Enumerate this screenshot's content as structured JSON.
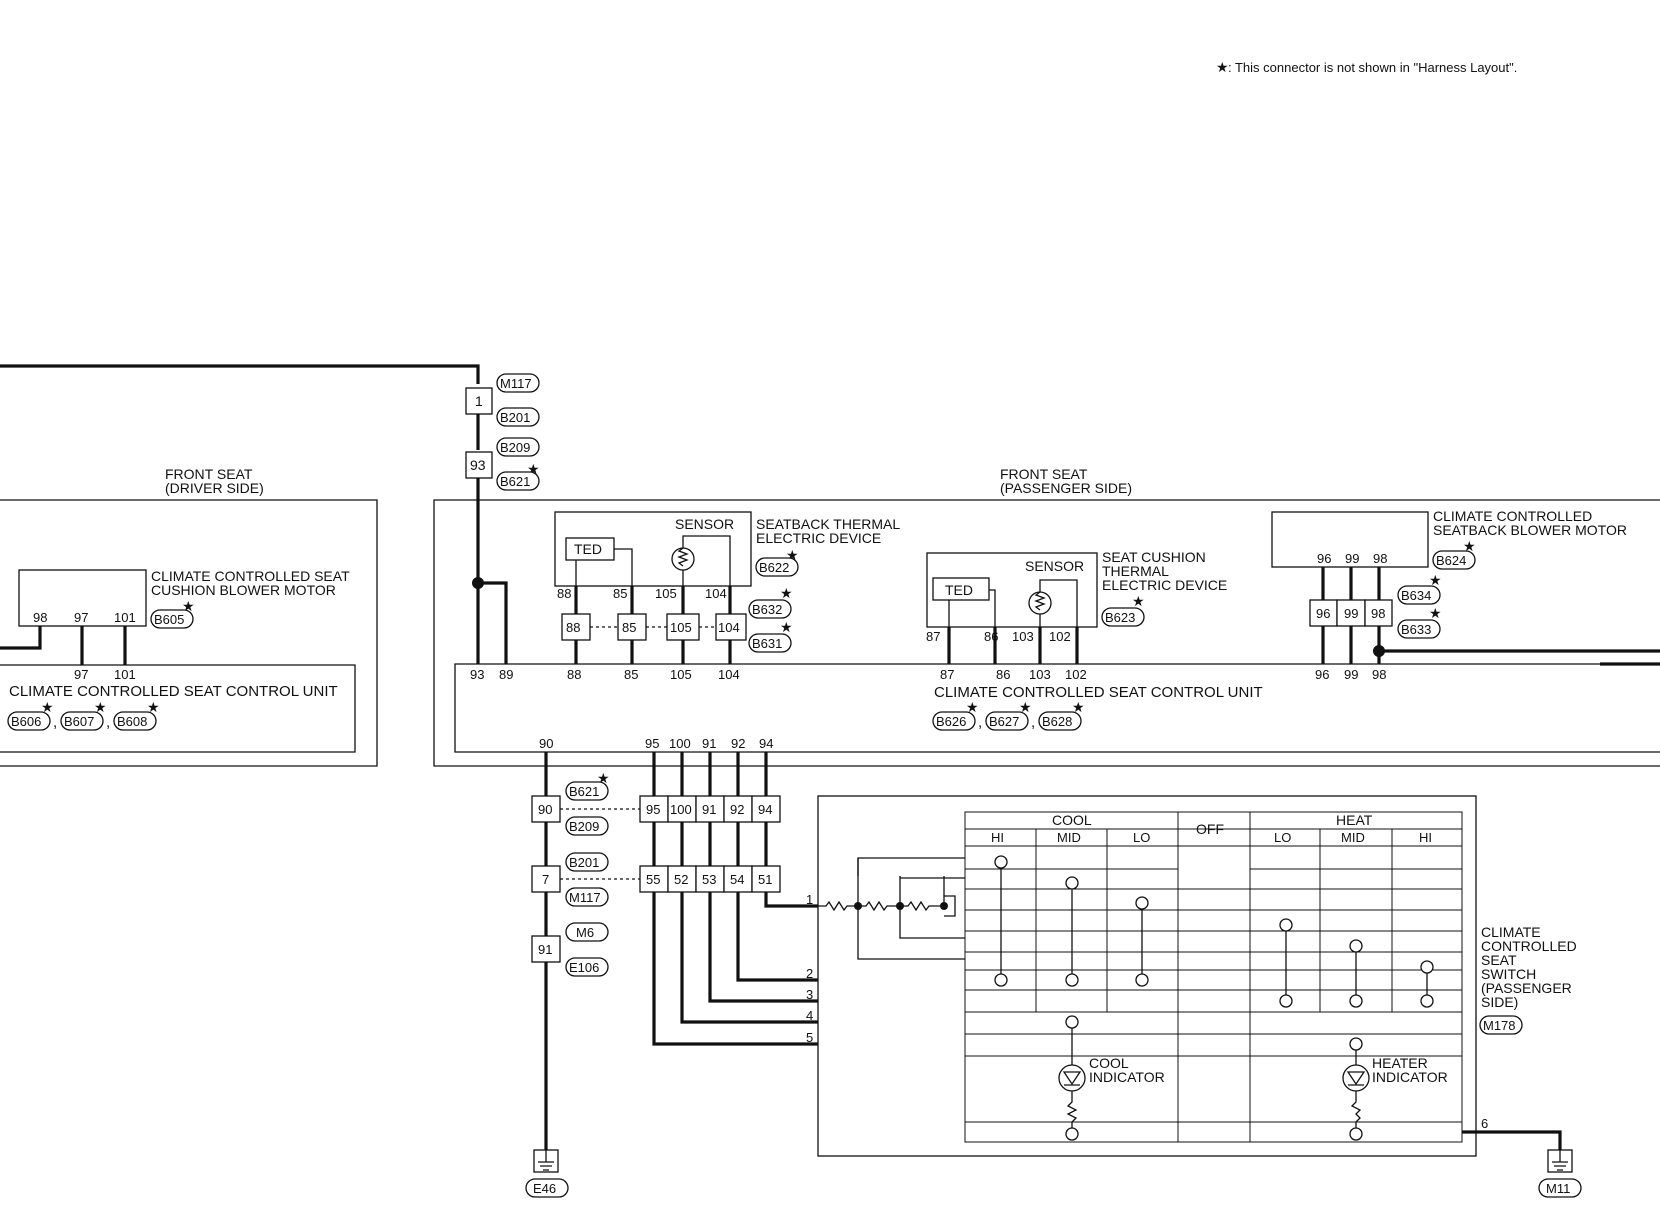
{
  "note": {
    "star": "★",
    "text": ": This connector is not shown in \"Harness Layout\"."
  },
  "front_seat_driver": {
    "title_line1": "FRONT SEAT",
    "title_line2": "(DRIVER SIDE)"
  },
  "front_seat_passenger": {
    "title_line1": "FRONT SEAT",
    "title_line2": "(PASSENGER SIDE)"
  },
  "cushion_blower_driver": {
    "line1": "CLIMATE CONTROLLED SEAT",
    "line2": "CUSHION BLOWER MOTOR",
    "connector": "B605",
    "pins": [
      "98",
      "97",
      "101"
    ]
  },
  "control_unit_driver": {
    "label": "CLIMATE CONTROLLED SEAT CONTROL UNIT",
    "pins": [
      "97",
      "101"
    ],
    "connectors": [
      "B606",
      "B607",
      "B608"
    ],
    "sep": ","
  },
  "seatback_ted": {
    "line1": "SEATBACK THERMAL",
    "line2": "ELECTRIC DEVICE",
    "ted": "TED",
    "sensor": "SENSOR",
    "pins": [
      "88",
      "85",
      "105",
      "104"
    ],
    "connectors": [
      "B622",
      "B632",
      "B631"
    ]
  },
  "cushion_ted": {
    "line1": "SEAT CUSHION",
    "line2": "THERMAL",
    "line3": "ELECTRIC DEVICE",
    "ted": "TED",
    "sensor": "SENSOR",
    "pins": [
      "87",
      "86",
      "103",
      "102"
    ],
    "connector": "B623"
  },
  "seatback_blower": {
    "line1": "CLIMATE CONTROLLED",
    "line2": "SEATBACK BLOWER MOTOR",
    "connector": "B624",
    "pins": [
      "96",
      "99",
      "98"
    ],
    "connectors2": [
      "B634",
      "B633"
    ]
  },
  "control_unit_passenger": {
    "label": "CLIMATE CONTROLLED SEAT CONTROL UNIT",
    "connectors": [
      "B626",
      "B627",
      "B628"
    ],
    "sep": ",",
    "top_pins": [
      "93",
      "89",
      "88",
      "85",
      "105",
      "104",
      "87",
      "86",
      "103",
      "102",
      "96",
      "99",
      "98"
    ],
    "bottom_pins": [
      "90",
      "95",
      "100",
      "91",
      "92",
      "94"
    ]
  },
  "left_harness": {
    "connectors": [
      "M117",
      "B201",
      "B209",
      "B621"
    ],
    "pins": [
      "1",
      "93"
    ]
  },
  "lower_harness": {
    "connectors": [
      "B621",
      "B209",
      "B201",
      "M117",
      "M6",
      "E106"
    ],
    "left_pins": [
      "90",
      "7",
      "91"
    ],
    "upper_pins": [
      "95",
      "100",
      "91",
      "92",
      "94"
    ],
    "lower_pins": [
      "55",
      "52",
      "53",
      "54",
      "51"
    ],
    "ground": "E46"
  },
  "switch": {
    "line1": "CLIMATE",
    "line2": "CONTROLLED",
    "line3": "SEAT",
    "line4": "SWITCH",
    "line5": "(PASSENGER",
    "line6": " SIDE)",
    "connector": "M178",
    "ground": "M11",
    "cool": "COOL",
    "off": "OFF",
    "heat": "HEAT",
    "cool_cols": [
      "HI",
      "MID",
      "LO"
    ],
    "heat_cols": [
      "LO",
      "MID",
      "HI"
    ],
    "terminals": [
      "1",
      "2",
      "3",
      "4",
      "5",
      "6"
    ],
    "cool_ind1": "COOL",
    "cool_ind2": "INDICATOR",
    "heat_ind1": "HEATER",
    "heat_ind2": "INDICATOR"
  }
}
